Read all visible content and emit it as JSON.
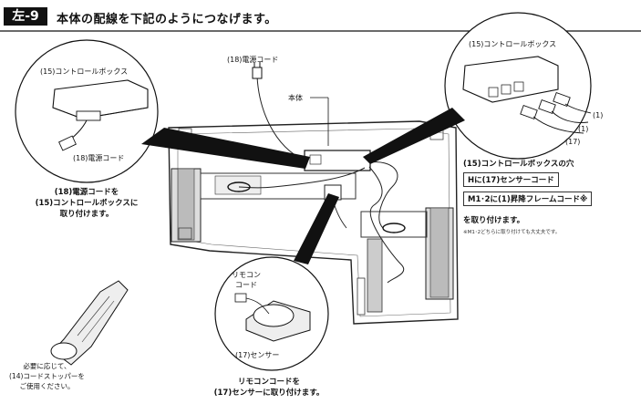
{
  "header": {
    "step_badge": "左-9",
    "title": "本体の配線を下記のようにつなげます。"
  },
  "labels": {
    "power_cord_top": "(18)電源コード",
    "main_body": "本体",
    "control_box_left": "(15)コントロールボックス",
    "power_cord_left": "(18)電源コード",
    "control_box_right": "(15)コントロールボックス",
    "num_1a": "(1)",
    "num_1b": "(1)",
    "num_17": "(17)",
    "remote_code": "リモコン\nコード",
    "sensor": "(17)センサー",
    "cord_stopper_note": "必要に応じて、\n(14)コードストッパーを\nご使用ください。"
  },
  "instructions": {
    "left_line1": "(18)電源コードを",
    "left_line2": "(15)コントロールボックスに",
    "left_line3": "取り付けます。",
    "right_heading": "(15)コントロールボックスの穴",
    "right_box1": "Hに(17)センサーコード",
    "right_box2": "M1･2に(1)昇降フレームコード※",
    "right_attach": "を取り付けます。",
    "right_note": "※M1･2どちらに取り付けても大丈夫です。",
    "bottom_line1": "リモコンコードを",
    "bottom_line2": "(17)センサーに取り付けます。"
  }
}
